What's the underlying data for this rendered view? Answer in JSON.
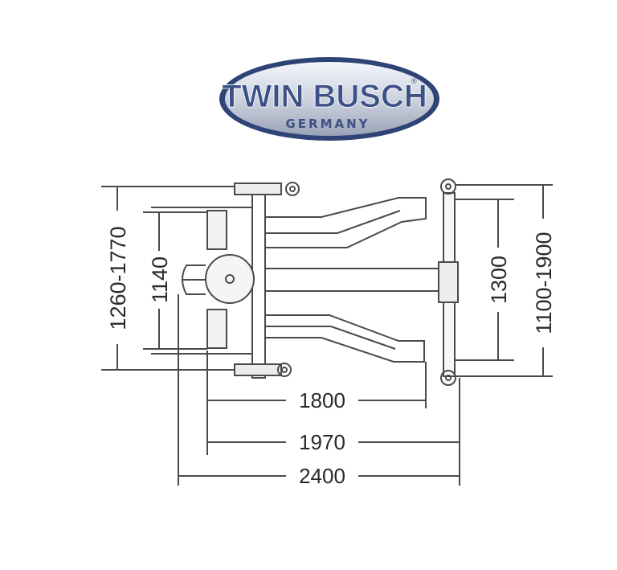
{
  "logo": {
    "brand": "TWIN BUSCH",
    "registered": "®",
    "subtitle": "GERMANY"
  },
  "dimensions": {
    "width_1800": "1800",
    "width_1970": "1970",
    "width_2400": "2400",
    "height_1140": "1140",
    "height_1260_1770": "1260-1770",
    "height_1300": "1300",
    "height_1100_1900": "1100-1900"
  },
  "colors": {
    "line": "#4a4a4a",
    "logo_blue": "#3c5186",
    "logo_border": "#2f4476"
  }
}
